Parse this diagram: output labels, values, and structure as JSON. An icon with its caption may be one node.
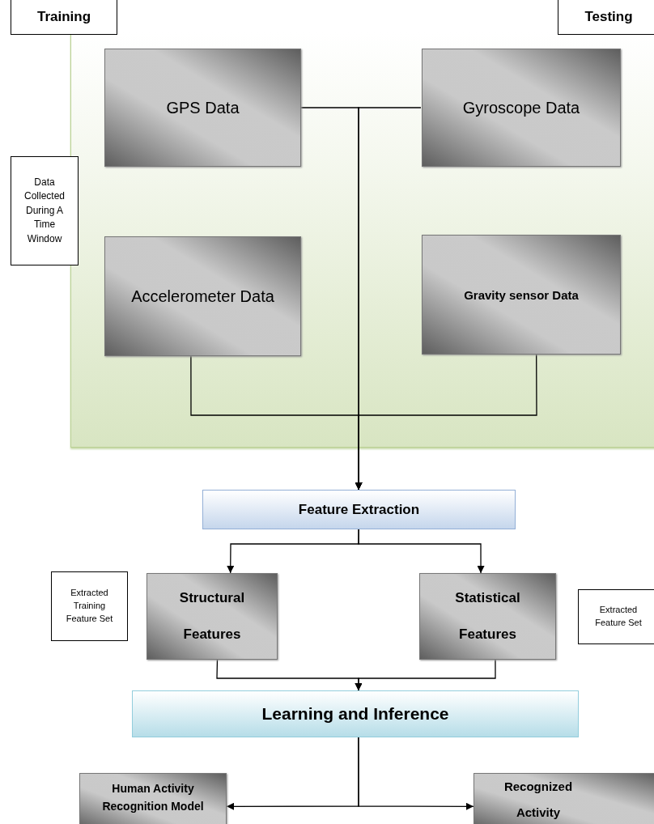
{
  "diagram": {
    "nodes": [
      {
        "text": [
          "Training"
        ]
      },
      {
        "text": [
          "Testing"
        ]
      },
      {
        "text": [],
        "shape": "box"
      },
      {
        "text": [
          "GPS Data"
        ],
        "in": 2
      },
      {
        "text": [
          "Gyroscope Data"
        ],
        "in": 2
      },
      {
        "text": [
          "Data Collected During A Time Window"
        ]
      },
      {
        "text": [
          "Accelerometer Data"
        ],
        "in": 2
      },
      {
        "text": [
          "Gravity sensor Data"
        ],
        "in": 2
      },
      {
        "text": [
          "Feature Extraction"
        ]
      },
      {
        "text": [
          "Extracted Training Feature Set"
        ]
      },
      {
        "text": [
          "Structural Features"
        ]
      },
      {
        "text": [
          "Statistical Features"
        ]
      },
      {
        "text": [
          "Extracted Feature Set"
        ]
      },
      {
        "text": [
          "Learning and Inference"
        ]
      },
      {
        "text": [
          "Human Activity Recognition Model"
        ]
      },
      {
        "text": [
          "Recognized Activity"
        ]
      }
    ],
    "edges": [
      {
        "from": 3,
        "to": 8,
        "arrow": "to"
      },
      {
        "from": 4,
        "to": 8,
        "arrow": "to"
      },
      {
        "from": 6,
        "to": 8,
        "arrow": "to"
      },
      {
        "from": 7,
        "to": 8,
        "arrow": "to"
      },
      {
        "from": 8,
        "to": 10,
        "arrow": "to"
      },
      {
        "from": 8,
        "to": 11,
        "arrow": "to"
      },
      {
        "from": 10,
        "to": 13,
        "arrow": "to"
      },
      {
        "from": 11,
        "to": 13,
        "arrow": "to"
      },
      {
        "from": 13,
        "to": 14,
        "arrow": "to"
      },
      {
        "from": 13,
        "to": 15,
        "arrow": "to"
      }
    ]
  }
}
